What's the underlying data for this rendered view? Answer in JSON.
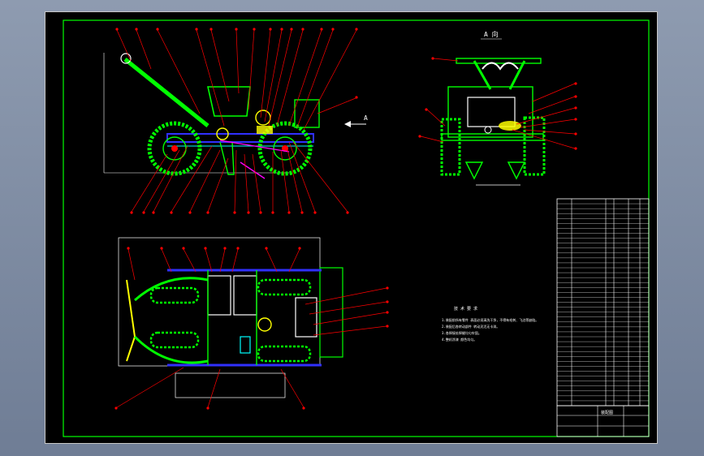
{
  "views": {
    "side_view_title": "A 向",
    "section_arrow_label": "A"
  },
  "notes": {
    "heading": "技 术 要 求",
    "lines": [
      "1.装配前所有零件 表面必须清洗干净，不得有毛刺、飞边等缺陷。",
      "2.装配后各转动部件 转动灵活无卡滞。",
      "3.各焊接处焊缝均匀牢固。",
      "4.整机涂漆 颜色均匀。"
    ]
  },
  "title_block": {
    "drawing_name": "装配图"
  },
  "colors": {
    "frame": "#00ff00",
    "callout": "#ff0000",
    "balloon": "#ff0000",
    "part": "#ffff00",
    "shaft": "#00ffff",
    "hidden": "#3030ff",
    "outline": "#ffffff",
    "magenta": "#ff00ff"
  }
}
